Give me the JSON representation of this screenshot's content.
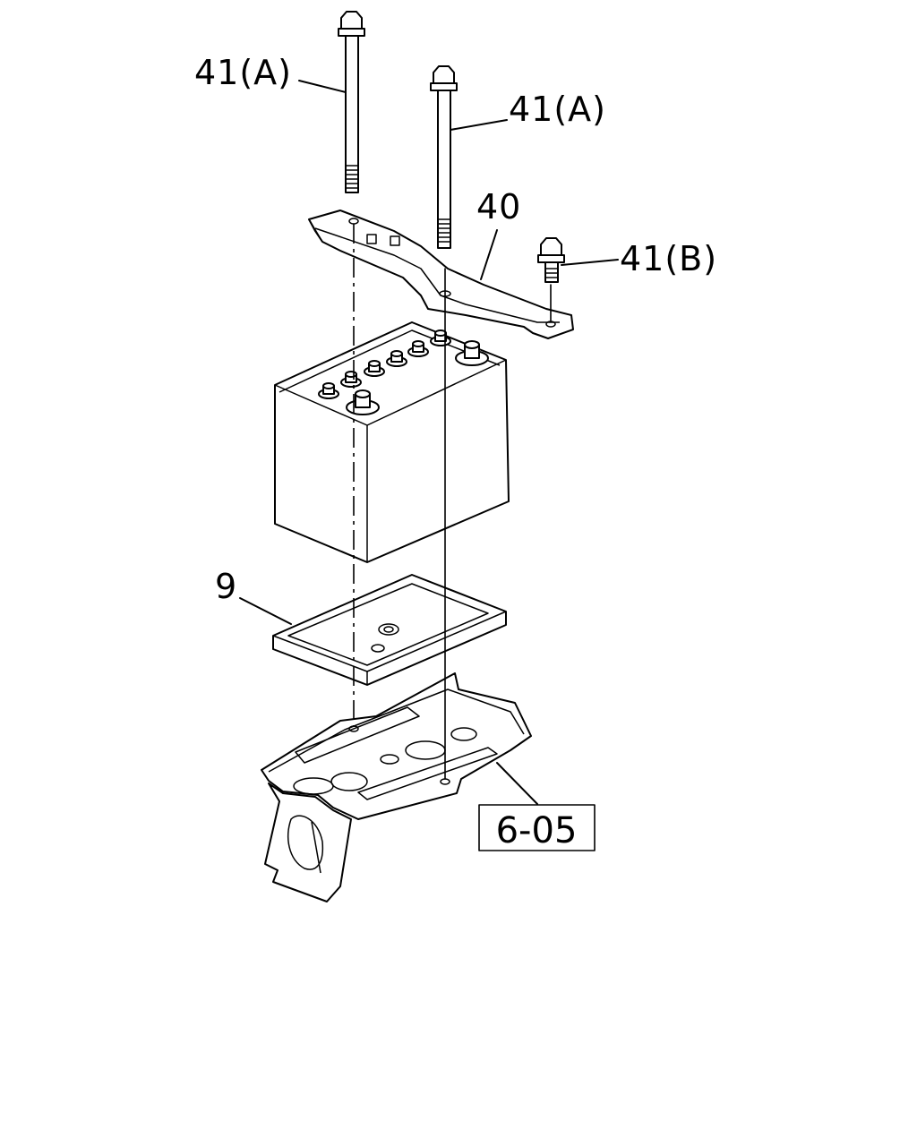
{
  "callouts": {
    "bolt_long_left": "41(A)",
    "bolt_long_right": "41(A)",
    "bracket": "40",
    "bolt_short": "41(B)",
    "tray_pad": "9",
    "reference": "6-05"
  }
}
